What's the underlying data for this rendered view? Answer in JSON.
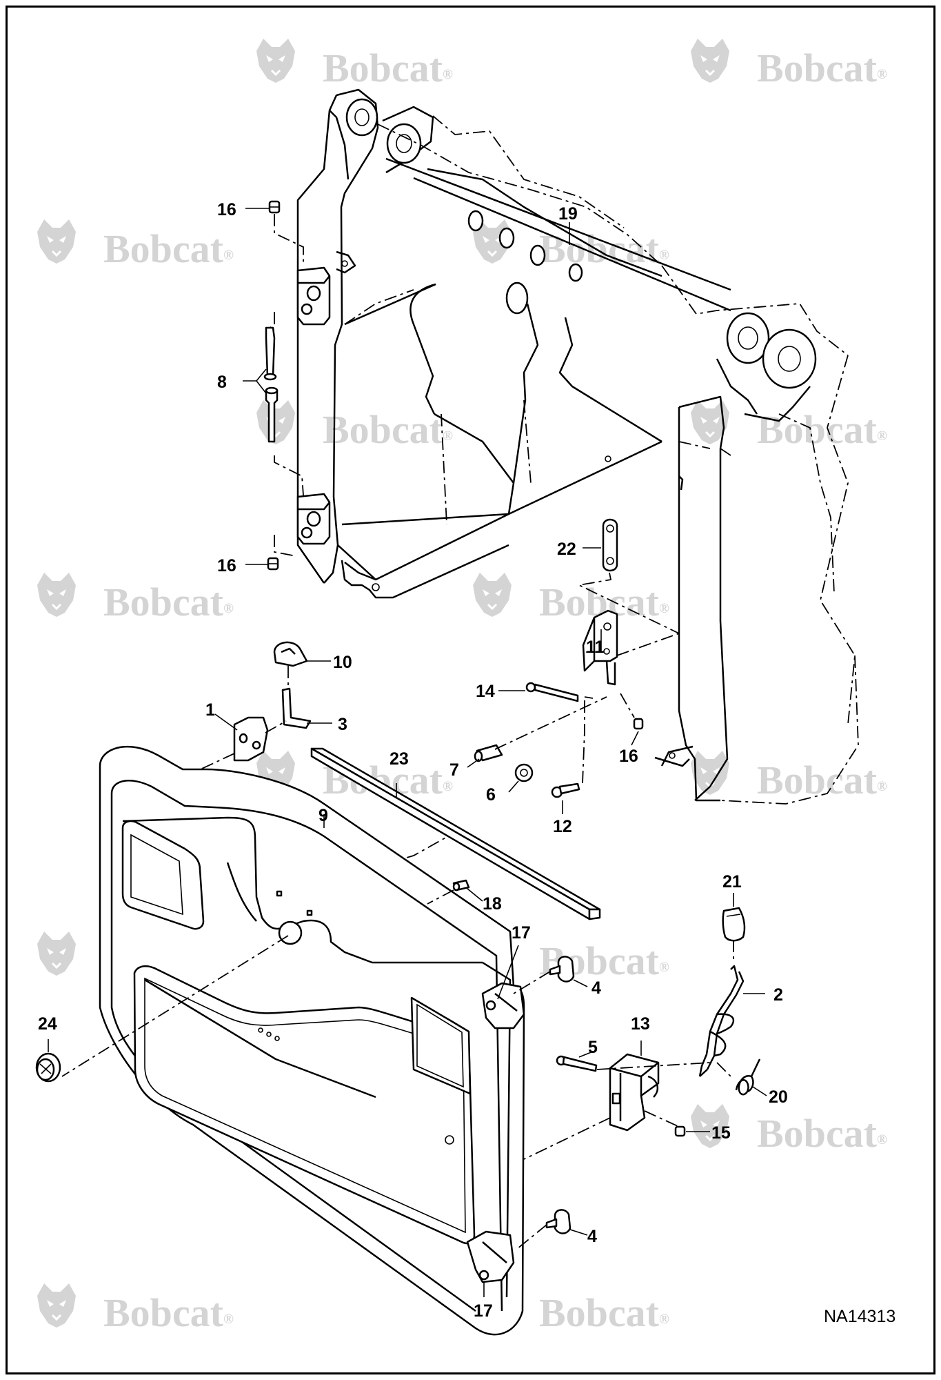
{
  "figure_id": "NA14313",
  "watermark": {
    "text": "Bobcat",
    "mark": "®",
    "color": "#d4d4d4",
    "icon": "bobcat-head-icon"
  },
  "callouts": {
    "c1": "1",
    "c2": "2",
    "c3": "3",
    "c4a": "4",
    "c4b": "4",
    "c5": "5",
    "c6": "6",
    "c7": "7",
    "c8": "8",
    "c9": "9",
    "c10": "10",
    "c11": "11",
    "c12": "12",
    "c13": "13",
    "c14": "14",
    "c15": "15",
    "c16a": "16",
    "c16b": "16",
    "c16c": "16",
    "c17a": "17",
    "c17b": "17",
    "c18": "18",
    "c19": "19",
    "c20": "20",
    "c21": "21",
    "c22": "22",
    "c23": "23",
    "c24": "24"
  }
}
